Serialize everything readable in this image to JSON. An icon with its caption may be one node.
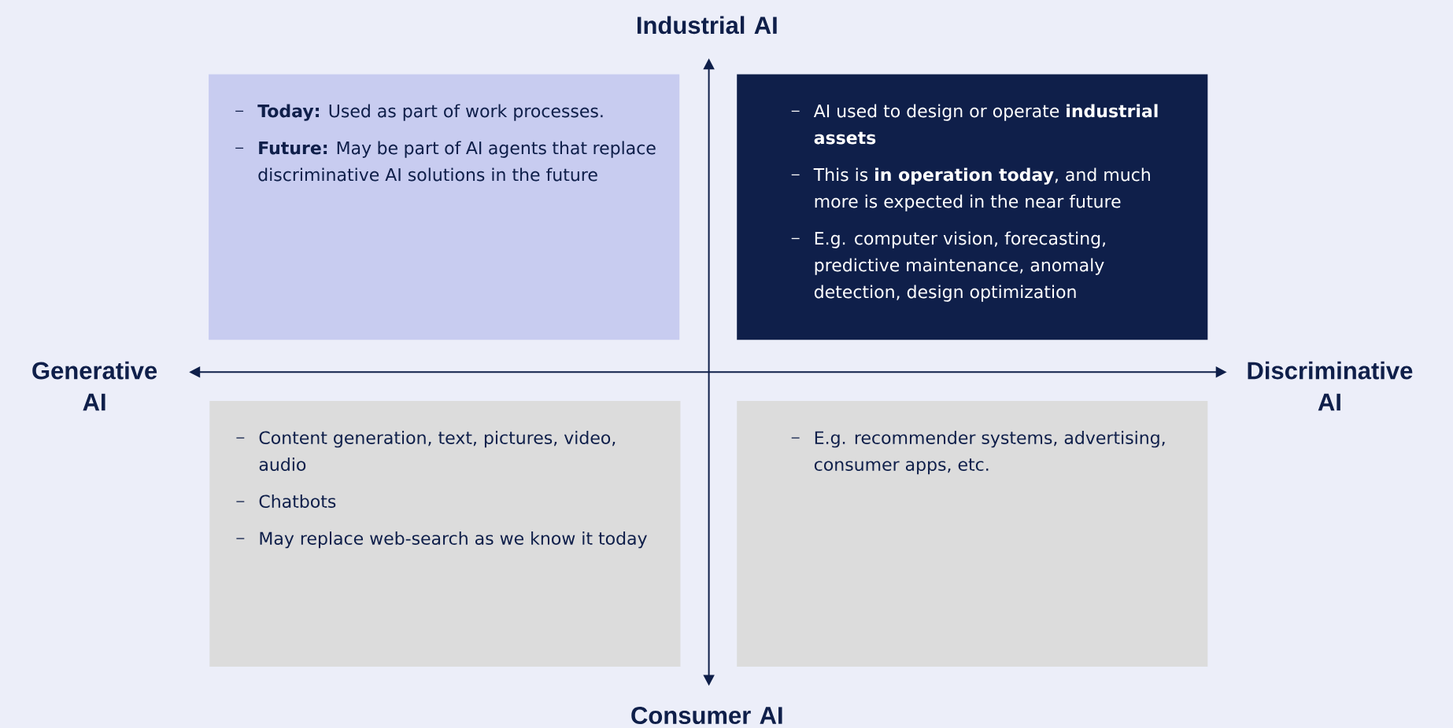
{
  "diagram": {
    "nodes": [
      {
        "text": [
          "**Today:** Used as part of work processes.",
          "**Future:** May be part of AI agents that replace discriminative AI solutions in the future"
        ]
      },
      {
        "text": [
          "AI used to design or operate **industrial assets**",
          "This is **in operation today**, and much more is expected in the near future",
          "E.g. computer vision, forecasting, predictive maintenance, anomaly detection, design optimization"
        ]
      },
      {
        "text": [
          "Content generation, text, pictures, video, audio",
          "Chatbots",
          "May replace web-search as we know it today"
        ]
      },
      {
        "text": [
          "E.g. recommender systems, advertising, consumer apps, etc."
        ]
      }
    ],
    "labels": [
      "Industrial AI",
      "Generative AI",
      "Discriminative AI",
      "Consumer AI"
    ]
  }
}
